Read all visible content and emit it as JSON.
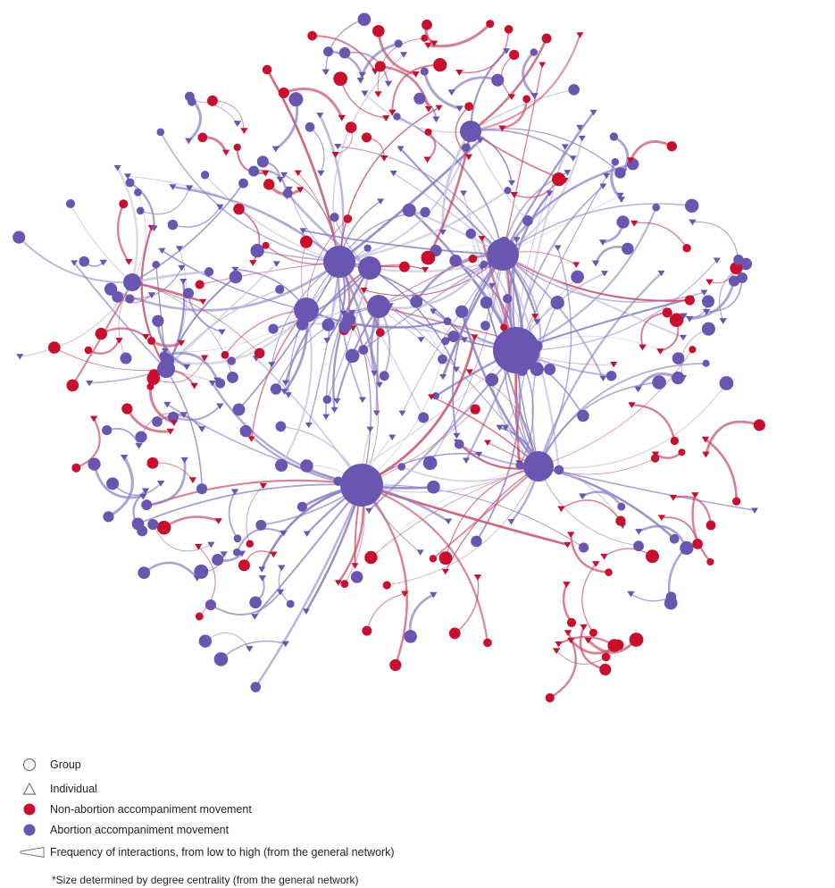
{
  "colors": {
    "group_abortion": "#6a55b0",
    "group_non_abortion": "#c8102e",
    "edge_abortion": "#8a7cc4",
    "edge_non_abortion": "#c84a66",
    "edge_neutral": "#c9c3de",
    "legend_stroke": "#777777"
  },
  "legend": {
    "items": [
      {
        "icon": "circle-outline-icon",
        "label": "Group"
      },
      {
        "icon": "triangle-outline-icon",
        "label": "Individual"
      },
      {
        "icon": "red-dot-icon",
        "label": "Non-abortion accompaniment movement"
      },
      {
        "icon": "purple-dot-icon",
        "label": "Abortion accompaniment movement"
      },
      {
        "icon": "tapered-edge-icon",
        "label": "Frequency of interactions, from low to high (from the general network)"
      }
    ],
    "note": "*Size determined by degree centrality (from the general network)"
  }
}
